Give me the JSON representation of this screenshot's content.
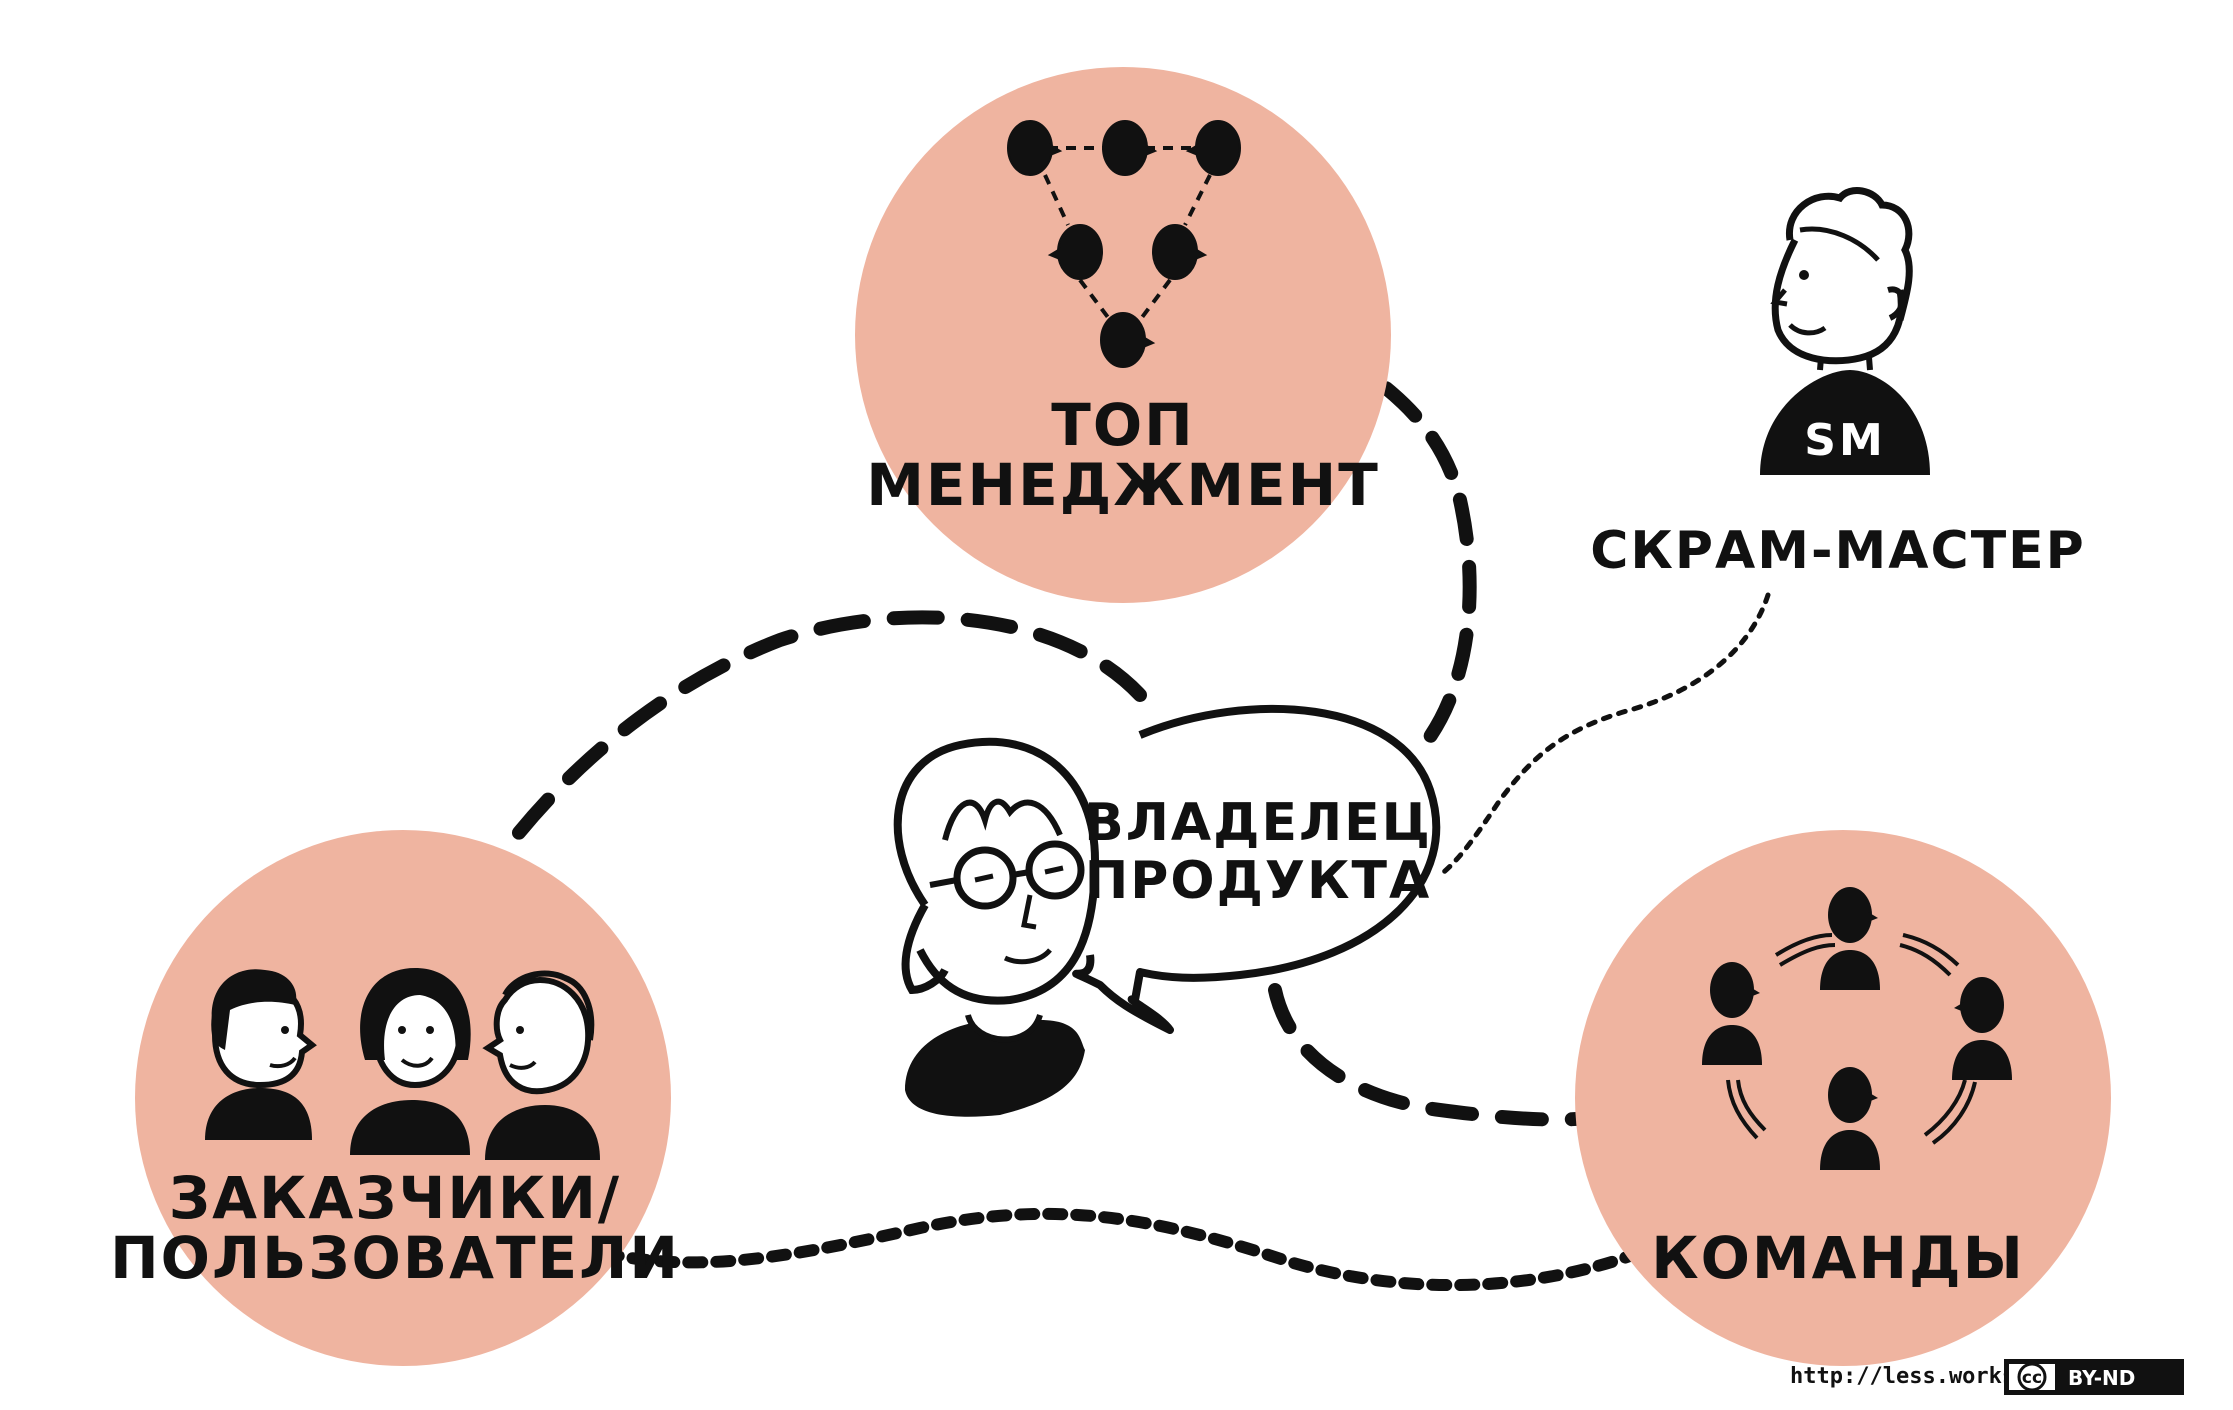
{
  "colors": {
    "circle_fill": "#efb4a0",
    "ink": "#111111",
    "background": "#ffffff"
  },
  "nodes": {
    "top_management": {
      "line1": "ТОП",
      "line2": "МЕНЕДЖМЕНТ",
      "icon": "management-hierarchy-icon"
    },
    "scrum_master": {
      "label": "СКРАМ-МАСТЕР",
      "badge": "SM",
      "icon": "scrum-master-icon"
    },
    "product_owner": {
      "line1": "ВЛАДЕЛЕЦ",
      "line2": "ПРОДУКТА",
      "icon": "product-owner-icon"
    },
    "customers": {
      "line1": "ЗАКАЗЧИКИ/",
      "line2": "ПОЛЬЗОВАТЕЛИ",
      "icon": "customers-group-icon"
    },
    "teams": {
      "label": "КОМАНДЫ",
      "icon": "teams-circle-icon"
    }
  },
  "footer": {
    "url": "http://less.works",
    "license_cc": "cc",
    "license": "BY-ND"
  }
}
